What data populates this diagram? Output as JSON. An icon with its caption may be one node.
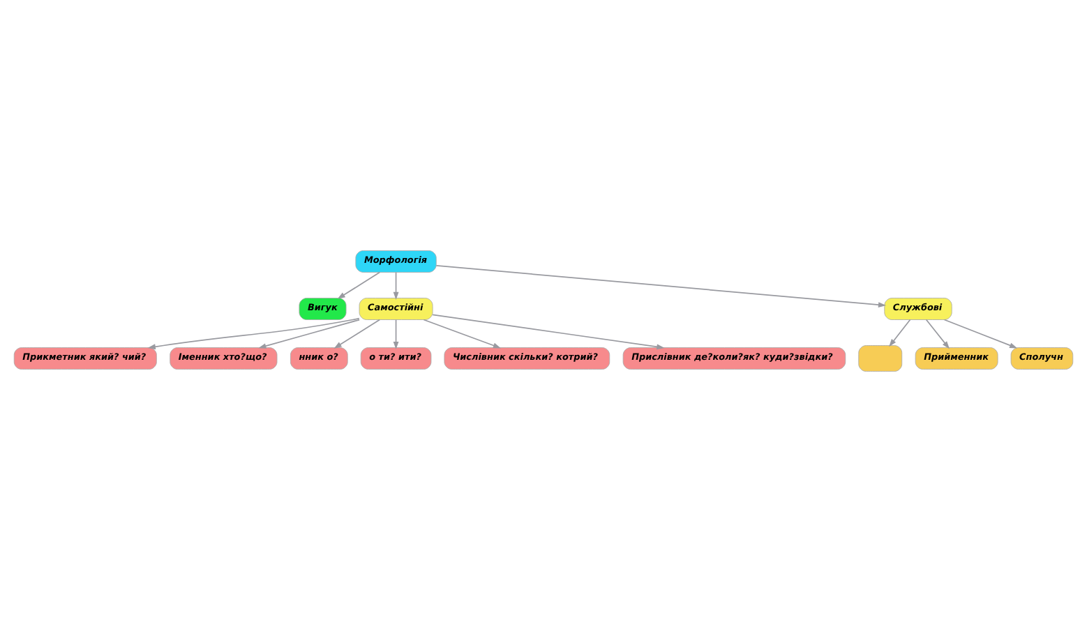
{
  "diagram": {
    "nodes": [
      {
        "text": [
          "Вигук"
        ]
      },
      {
        "text": [
          "Прикметник який? чий?"
        ]
      },
      {
        "text": [
          "Іменник хто?що?"
        ]
      },
      {
        "text": [
          "нник о?"
        ]
      },
      {
        "text": [
          "Самостійні"
        ]
      },
      {
        "text": [
          "Морфологія"
        ]
      },
      {
        "text": [
          "Службові"
        ]
      },
      {
        "text": [],
        "shape": "box"
      },
      {
        "text": [
          "о ти? ити?"
        ]
      },
      {
        "text": [
          "Прийменник"
        ]
      },
      {
        "text": [
          "Сполучн"
        ]
      },
      {
        "text": [
          "Числівник скільки? котрий?"
        ]
      },
      {
        "text": [
          "Прислівник де?коли?як? куди?звідки?"
        ]
      }
    ],
    "edges": [
      {
        "from": 5,
        "to": 0,
        "arrow": "to"
      },
      {
        "from": 5,
        "to": 4,
        "arrow": "to"
      },
      {
        "from": 5,
        "to": 6,
        "arrow": "to"
      },
      {
        "from": 4,
        "to": 1,
        "arrow": "to"
      },
      {
        "from": 4,
        "to": 2,
        "arrow": "to"
      },
      {
        "from": 4,
        "to": 3,
        "arrow": "to"
      },
      {
        "from": 4,
        "to": 8,
        "arrow": "to"
      },
      {
        "from": 4,
        "to": 11,
        "arrow": "to"
      },
      {
        "from": 4,
        "to": 12,
        "arrow": "to"
      },
      {
        "from": 6,
        "to": 7,
        "arrow": "to"
      },
      {
        "from": 6,
        "to": 9,
        "arrow": "to"
      },
      {
        "from": 6,
        "to": 10,
        "arrow": "to"
      }
    ]
  }
}
